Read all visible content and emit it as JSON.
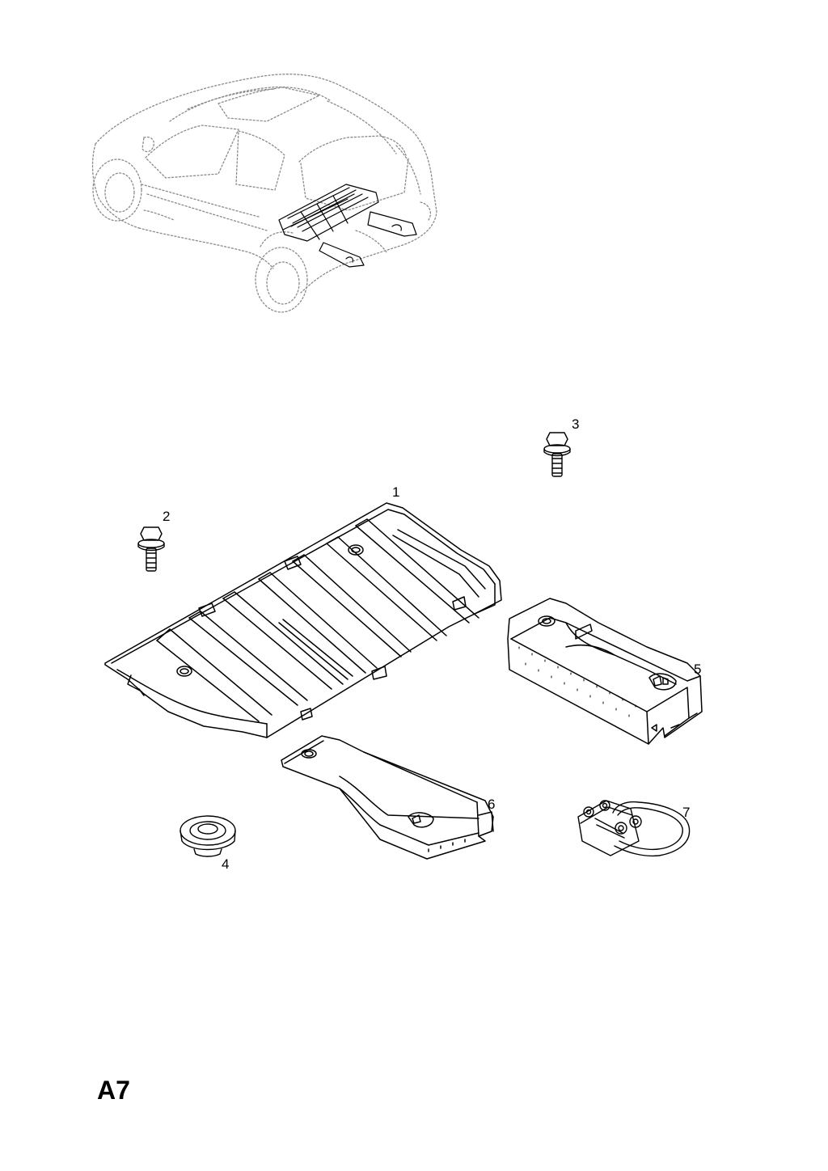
{
  "figure_id": "A7",
  "callouts": {
    "c1": "1",
    "c2": "2",
    "c3": "3",
    "c4": "4",
    "c5": "5",
    "c6": "6",
    "c7": "7"
  },
  "colors": {
    "ink": "#000000",
    "ghost": "#8a8a8a",
    "paper": "#ffffff"
  }
}
